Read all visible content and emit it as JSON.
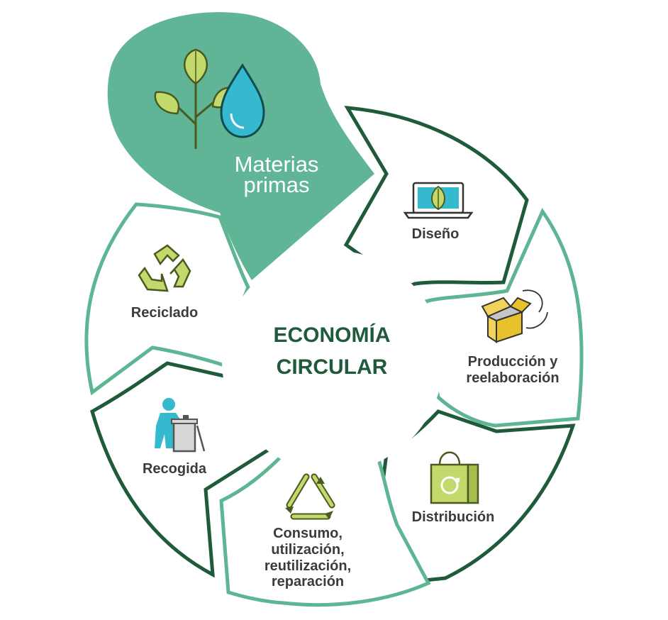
{
  "center": {
    "line1": "ECONOMÍA",
    "line2": "CIRCULAR"
  },
  "hero": {
    "line1": "Materias",
    "line2": "primas",
    "icon": "plant-and-water-drop-icon"
  },
  "segments": {
    "diseno": {
      "label": "Diseño",
      "icon": "laptop-leaf-icon"
    },
    "produccion": {
      "line1": "Producción y",
      "line2": "reelaboración",
      "icon": "open-box-cycle-icon"
    },
    "distribucion": {
      "label": "Distribución",
      "icon": "shopping-bag-recycle-icon"
    },
    "consumo": {
      "line1": "Consumo,",
      "line2": "utilización,",
      "line3": "reutilización,",
      "line4": "reparación",
      "icon": "recycle-triangle-icon"
    },
    "recogida": {
      "label": "Recogida",
      "icon": "person-trash-bin-icon"
    },
    "reciclado": {
      "label": "Reciclado",
      "icon": "recycle-arrows-icon"
    }
  },
  "colors": {
    "dark_green": "#1f5b3a",
    "mid_green": "#5db592",
    "lime": "#c4d96b",
    "lime_stroke": "#5a6b1c",
    "cyan": "#35b9cf"
  }
}
